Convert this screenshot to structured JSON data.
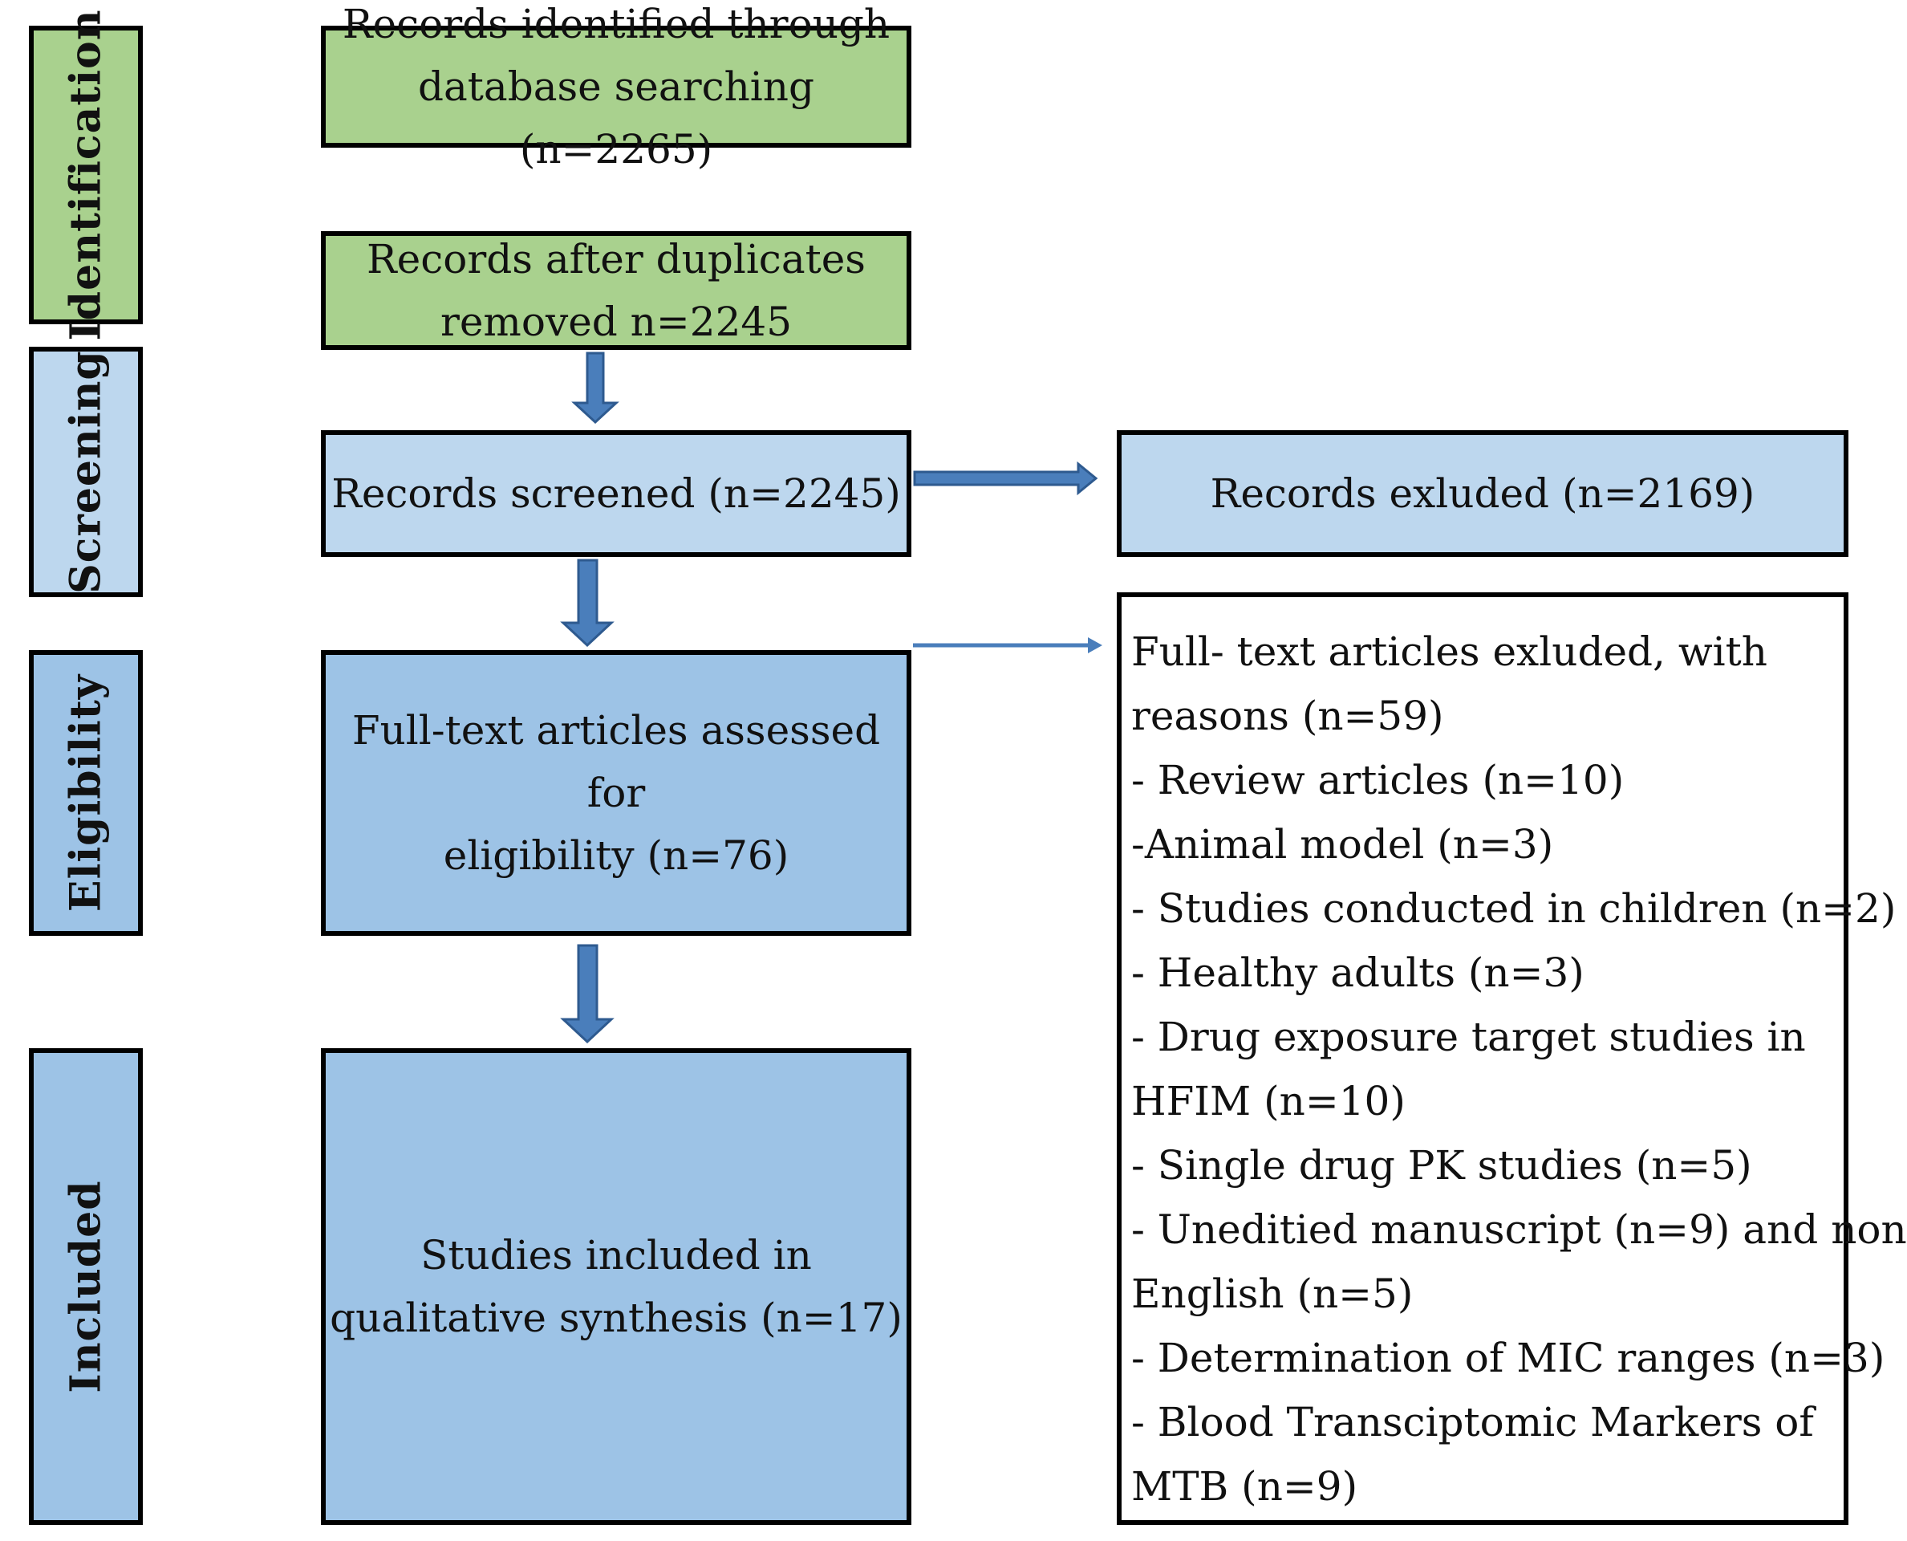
{
  "stages": {
    "identification": "Identification",
    "screening": "Screening",
    "eligibility": "Eligibility",
    "included": "Included"
  },
  "boxes": {
    "identified": [
      "Records identified through",
      "database searching (n=2265)"
    ],
    "duplicates_removed": [
      "Records after duplicates",
      "removed n=2245"
    ],
    "screened": [
      "Records screened (n=2245)"
    ],
    "excluded": [
      "Records exluded (n=2169)"
    ],
    "assessed": [
      "Full-text articles assessed for",
      "eligibility (n=76)"
    ],
    "included": [
      "Studies included in",
      "qualitative synthesis (n=17)"
    ]
  },
  "fulltext_excluded": [
    "Full- text articles exluded, with",
    "reasons (n=59)",
    "- Review articles (n=10)",
    "-Animal model (n=3)",
    "- Studies conducted in children (n=2)",
    "- Healthy adults (n=3)",
    "- Drug exposure target studies in",
    "HFIM (n=10)",
    "- Single drug PK studies (n=5)",
    "- Uneditied manuscript (n=9) and non",
    "English (n=5)",
    "- Determination of MIC ranges (n=3)",
    "- Blood Transciptomic Markers of",
    "MTB (n=9)"
  ],
  "colors": {
    "identification": "#a9d18e",
    "screening": "#bdd7ee",
    "eligibility": "#9dc3e6",
    "arrow": "#4a7ebb"
  }
}
